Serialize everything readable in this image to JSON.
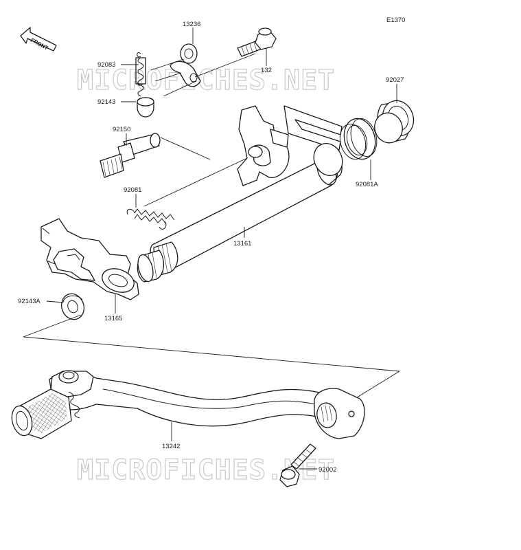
{
  "diagram": {
    "code": "E1370",
    "front_label": "FRONT",
    "watermark": "MICROFICHES.NET",
    "parts": [
      {
        "id": "13236",
        "label": "13236"
      },
      {
        "id": "92083",
        "label": "92083"
      },
      {
        "id": "132",
        "label": "132"
      },
      {
        "id": "92143",
        "label": "92143"
      },
      {
        "id": "92027",
        "label": "92027"
      },
      {
        "id": "92150",
        "label": "92150"
      },
      {
        "id": "92081A",
        "label": "92081A"
      },
      {
        "id": "92081",
        "label": "92081"
      },
      {
        "id": "13161",
        "label": "13161"
      },
      {
        "id": "92143A",
        "label": "92143A"
      },
      {
        "id": "13165",
        "label": "13165"
      },
      {
        "id": "13242",
        "label": "13242"
      },
      {
        "id": "92002",
        "label": "92002"
      }
    ]
  }
}
